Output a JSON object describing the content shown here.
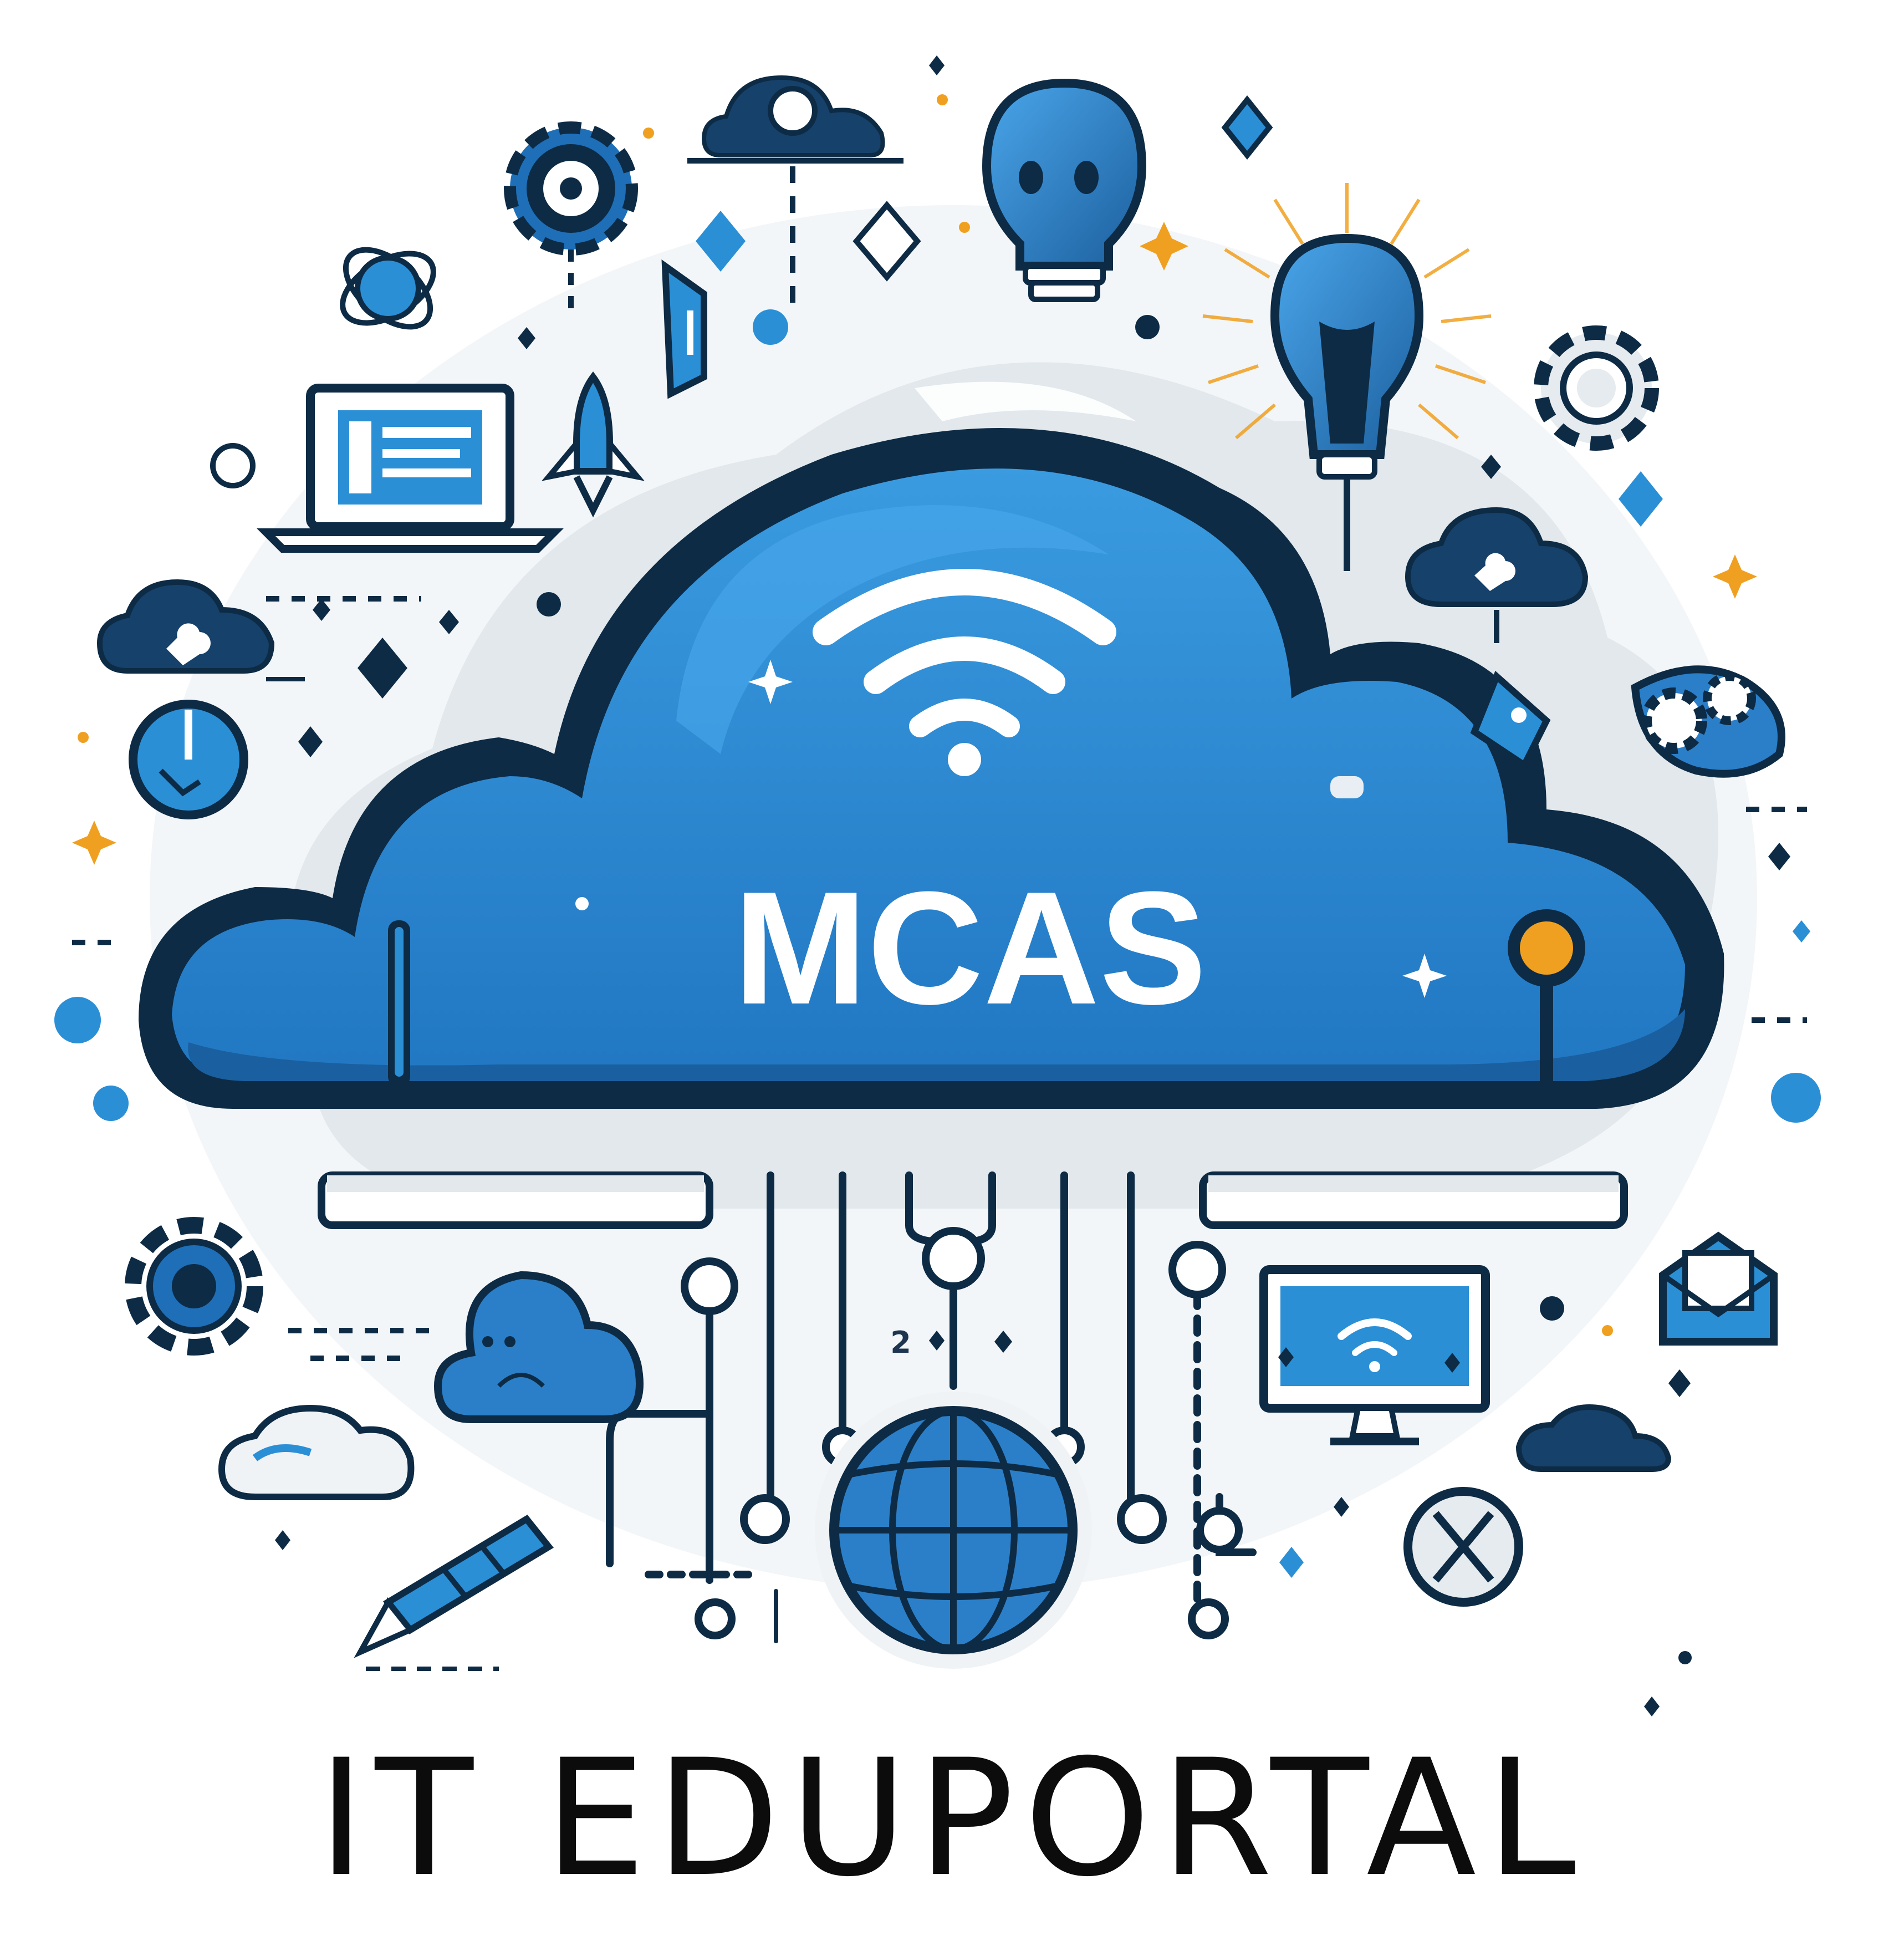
{
  "logo": {
    "cloud_text": "MCAS",
    "brand_text": "IT EDUPORTAL",
    "small_label": "2"
  },
  "colors": {
    "primary_blue": "#2b8fd6",
    "dark_navy": "#0d2b45",
    "mid_blue": "#1e6fb8",
    "light_gray": "#dde3e8",
    "accent_orange": "#f0a020",
    "white": "#ffffff"
  },
  "icons": [
    "cloud-icon",
    "wifi-icon",
    "globe-icon",
    "laptop-icon",
    "monitor-icon",
    "lightbulb-icon",
    "gear-icon",
    "atom-icon",
    "rocket-icon",
    "pencil-icon",
    "clock-icon",
    "envelope-icon",
    "key-icon",
    "tag-icon",
    "sparkle-icon",
    "network-node-icon"
  ]
}
